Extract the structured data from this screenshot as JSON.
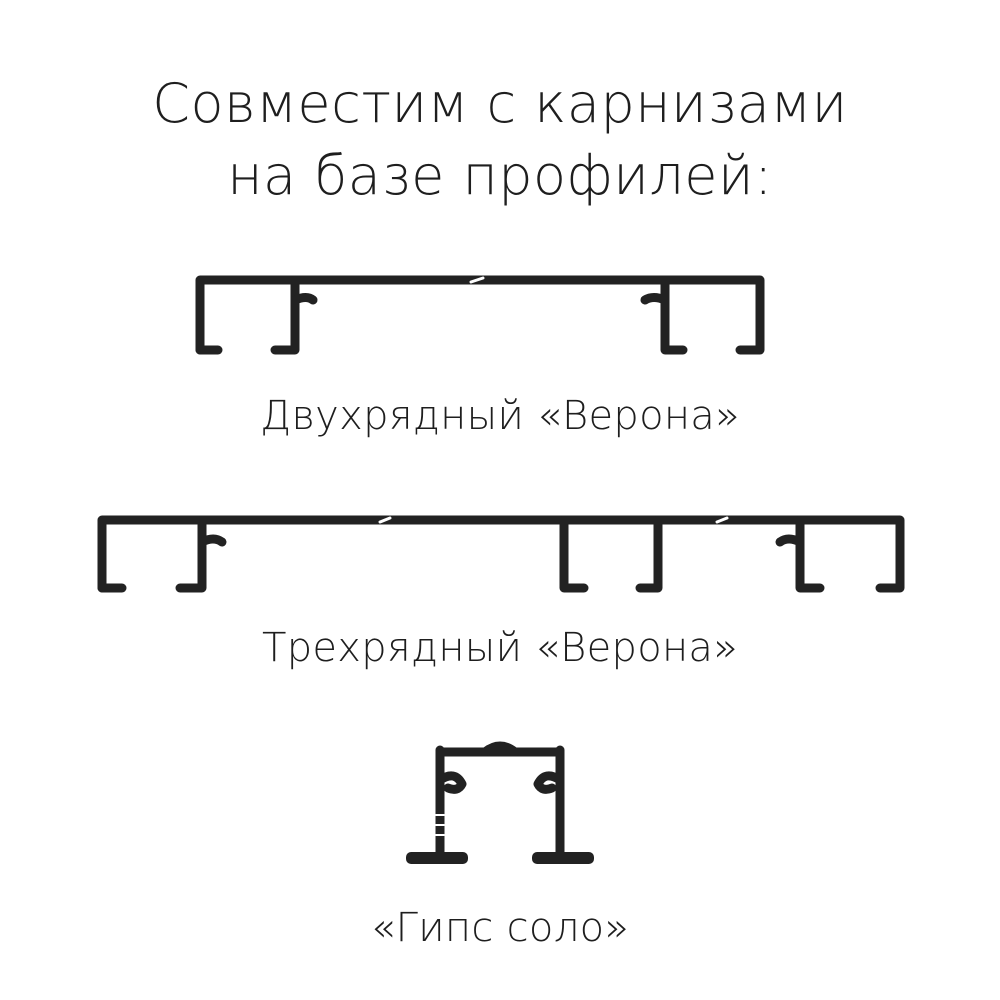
{
  "title": {
    "line1": "Совместим с карнизами",
    "line2": "на базе профилей:"
  },
  "profiles": [
    {
      "caption": "Двухрядный «Верона»",
      "icon": "double-row-verona-profile"
    },
    {
      "caption": "Трехрядный «Верона»",
      "icon": "triple-row-verona-profile"
    },
    {
      "caption": "«Гипс соло»",
      "icon": "gips-solo-profile"
    }
  ],
  "colors": {
    "stroke": "#222222",
    "background": "#ffffff"
  }
}
